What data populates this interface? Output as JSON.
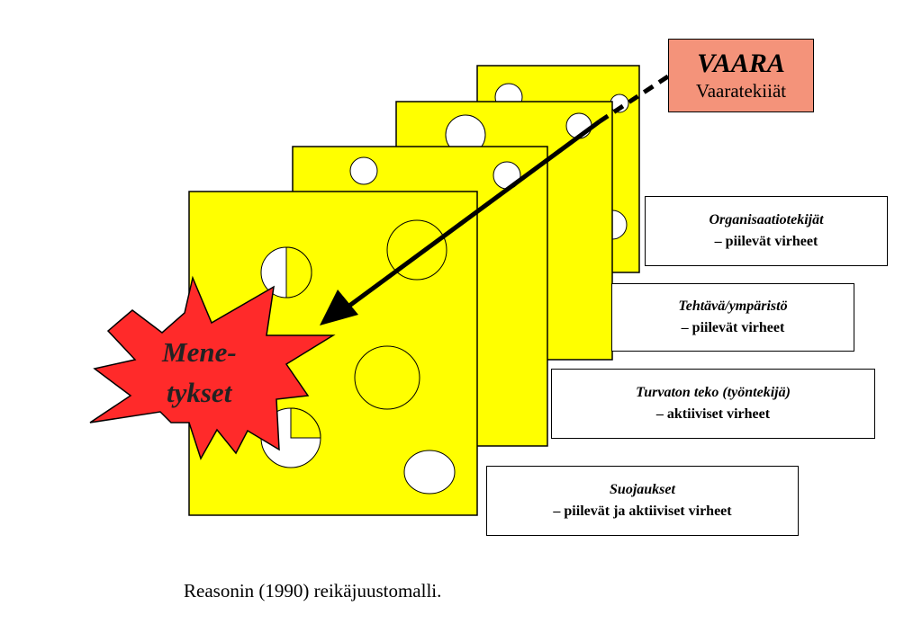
{
  "hazard": {
    "title": "VAARA",
    "subtitle": "Vaaratekiiät"
  },
  "accident": {
    "line1": "Mene-",
    "line2": "tykset"
  },
  "layers": [
    {
      "title": "Organisaatiotekijät",
      "subtitle": "– piilevät virheet"
    },
    {
      "title": "Tehtävä/ympäristö",
      "subtitle": "– piilevät virheet"
    },
    {
      "title": "Turvaton teko (työntekijä)",
      "subtitle": "– aktiiviset virheet"
    },
    {
      "title": "Suojaukset",
      "subtitle": "– piilevät ja aktiiviset virheet"
    }
  ],
  "caption": "Reasonin (1990) reikäjuustomalli.",
  "colors": {
    "cheese": "#ffff00",
    "accident": "#ff2a2a",
    "hazard_box": "#f4937a"
  }
}
